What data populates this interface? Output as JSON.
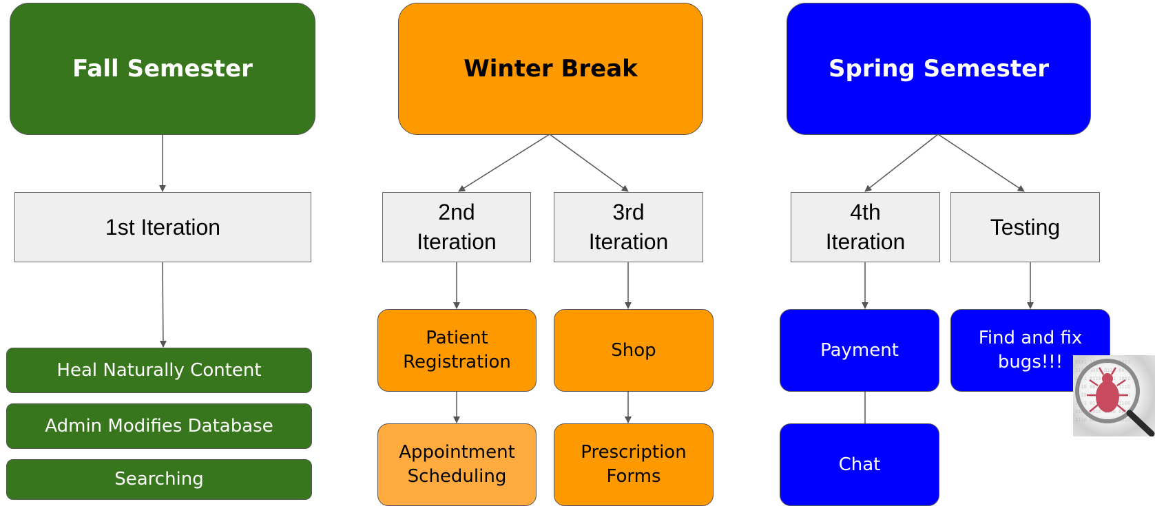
{
  "headers": {
    "fall": "Fall Semester",
    "winter": "Winter Break",
    "spring": "Spring Semester"
  },
  "iterations": {
    "first": "1st Iteration",
    "second": "2nd\nIteration",
    "third": "3rd\nIteration",
    "fourth": "4th\nIteration",
    "testing": "Testing"
  },
  "tasks": {
    "heal_naturally": "Heal Naturally Content",
    "admin_modifies": "Admin Modifies Database",
    "searching": "Searching",
    "patient_registration": "Patient\nRegistration",
    "appointment_scheduling": "Appointment\nScheduling",
    "shop": "Shop",
    "prescription_forms": "Prescription\nForms",
    "payment": "Payment",
    "chat": "Chat",
    "find_fix_bugs": "Find and fix\nbugs!!!"
  },
  "icon": "bug-magnifier-icon",
  "colors": {
    "green": "#38761d",
    "orange": "#ff9900",
    "light_orange": "#ffab40",
    "blue": "#0000ff",
    "iteration_gray": "#efefef"
  }
}
